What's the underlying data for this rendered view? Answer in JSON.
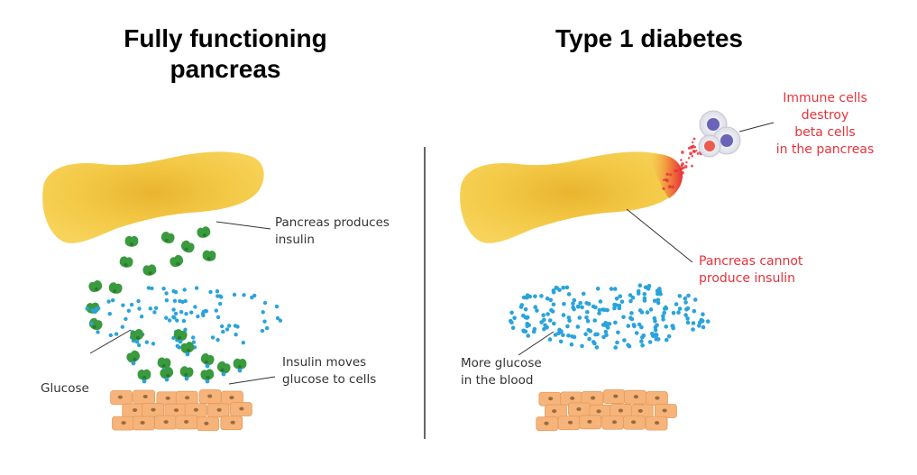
{
  "left_panel": {
    "title_line1": "Fully functioning",
    "title_line2": "pancreas",
    "pancreas_label_line1": "Pancreas produces",
    "pancreas_label_line2": "insulin",
    "glucose_label": "Glucose",
    "insulin_label_line1": "Insulin moves",
    "insulin_label_line2": "glucose to cells"
  },
  "right_panel": {
    "title": "Type 1 diabetes",
    "immune_label_line1": "Immune cells",
    "immune_label_line2": "destroy",
    "immune_label_line3": "beta cells",
    "immune_label_line4": "in the pancreas",
    "cannot_label_line1": "Pancreas cannot",
    "cannot_label_line2": "produce insulin",
    "glucose_label_line1": "More glucose",
    "glucose_label_line2": "in the blood"
  },
  "colors": {
    "pancreas": "#f2c744",
    "insulin": "#3a9a3e",
    "glucose": "#2aa3dc",
    "cells": "#f6b47a",
    "immune": "#6a63b8",
    "alert_red": "#e8323a"
  }
}
